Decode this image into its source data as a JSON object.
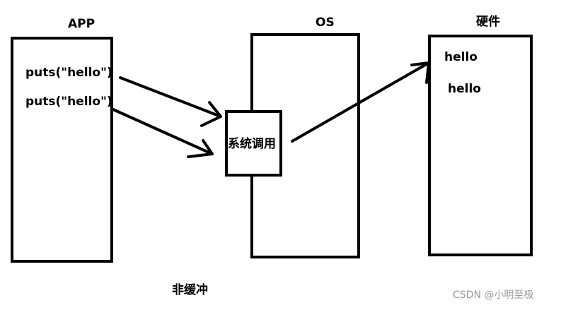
{
  "columns": {
    "app": {
      "title": "APP",
      "calls": [
        "puts(\"hello\")",
        "puts(\"hello\")"
      ]
    },
    "os": {
      "title": "OS",
      "syscall_label": "系统调用"
    },
    "hardware": {
      "title": "硬件",
      "outputs": [
        "hello",
        "hello"
      ]
    }
  },
  "caption": "非缓冲",
  "watermark": "CSDN @小明至极",
  "colors": {
    "stroke": "#000000",
    "background": "#ffffff",
    "watermark": "#9a9a9a"
  }
}
